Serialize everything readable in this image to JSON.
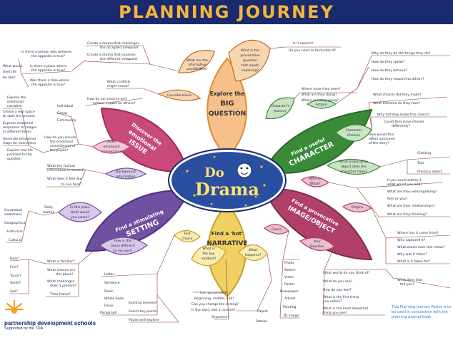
{
  "title": "PLANNING JOURNEY",
  "center": {
    "line1": "Do",
    "line2": "Drama"
  },
  "petals": {
    "explore": [
      "Explore the",
      "BIG",
      "QUESTION"
    ],
    "character": [
      "Find a useful",
      "CHARACTER"
    ],
    "image": [
      "Find a provocative",
      "IMAGE/OBJECT"
    ],
    "narrative": [
      "Find a 'hot'",
      "NARRATIVE"
    ],
    "setting": [
      "Find a stimulating",
      "SETTING"
    ],
    "issue": [
      "Discover the",
      "emotional",
      "ISSUE"
    ]
  },
  "nodes": {
    "alt_possibilities": [
      "What are the",
      "alternative",
      "possibilities?"
    ],
    "provocative_question": [
      "What is the",
      "provocative",
      "question",
      "that needs",
      "exploring?"
    ],
    "considerations": "Considerations",
    "characters_journey": [
      "Character's",
      "Journey"
    ],
    "actions": "Actions",
    "character_choices": [
      "Character",
      "Choices"
    ],
    "provocative_object": [
      "What provocative",
      "object does the",
      "character have?"
    ],
    "who_what": [
      "Who or",
      "What?"
    ],
    "origins": "Origins",
    "genre": "Genre",
    "your_reaction": [
      "Your",
      "Reaction"
    ],
    "what_happens": [
      "What",
      "Happens?"
    ],
    "key_incident": [
      "What is",
      "the key",
      "incident?"
    ],
    "text_choice": [
      "Text",
      "choice"
    ],
    "background_info": [
      "Background",
      "information"
    ],
    "place_sense": [
      "In this place",
      "what would",
      "you sense?"
    ],
    "place_different": [
      "How is this",
      "place different",
      "to my own?"
    ],
    "emotional_connections": [
      "Make",
      "emotional",
      "connections"
    ],
    "daily_routine": [
      "Daily",
      "routine"
    ]
  },
  "top_left": [
    "Create a drama that challenges",
    "the accepted viewpoint",
    "Create a drama that explores",
    "the different viewpoint",
    "What conflicts",
    "might ensue?",
    "How do our choices and",
    "actions impact on others?"
  ],
  "far_left": [
    "Is there a person who believes",
    "the opposite is true?",
    "Is there a place where",
    "the opposite is true?",
    "Was there a time where",
    "the opposite is true?",
    "What would",
    "their life",
    "be like?"
  ],
  "individual": [
    "Individual",
    "Group",
    "Community"
  ],
  "issue_left": [
    "Explore the",
    "emotional",
    "narrative",
    "Create a real space",
    "to start the process",
    "Express emotional",
    "responses to images",
    "in different forms",
    "Generate emotional",
    "maps for characters",
    "Explore real life",
    "parallels to the",
    "question"
  ],
  "commitment": [
    "How do you ensure",
    "the emotional",
    "commitment of",
    "the pupils?"
  ],
  "explicit": [
    "Is it explicit?",
    "Do you need to formulate it?"
  ],
  "journey": [
    "Where have they been?",
    "What are they doing?",
    "Where are they going?"
  ],
  "actions_right": [
    "Why do they do the things they do?",
    "How do they speak?",
    "How do they behave?",
    "How do they respond to others?"
  ],
  "choices_right": [
    "What choices did they make?",
    "What dilemma do they face?",
    "Why did they make this choice?",
    "Could they have chosen",
    "differently?",
    "How would this",
    "affect outcomes",
    "of the story?"
  ],
  "object_items": [
    "Clothing",
    "Tool",
    "Precious object"
  ],
  "image_questions": [
    "If you could add to it",
    "what would you add?",
    "What are they wearing/doing?",
    "Kids or you?",
    "What are their relationships?",
    "What are they thinking?"
  ],
  "origins_items": [
    "Where has it come from?",
    "Who captured it?",
    "What would does this mean?",
    "Why was it taken?",
    "What is it taken for?"
  ],
  "genre_items": [
    "Photo",
    "Sketch",
    "Video",
    "Poster",
    "Newspaper",
    "Advert",
    "Painting",
    "3D image"
  ],
  "reaction_items": [
    "What words do you think of?",
    "What do you see?",
    "How do you feel?",
    "What is the first thing",
    "you notice?",
    "What is the most important",
    "thing you see?"
  ],
  "tell_you": [
    "What does that",
    "tell you?"
  ],
  "narrative_q": [
    "Can you predict?",
    "Beginning, middle, end?",
    "Can you change the ending?",
    "Is the story told in scenes?",
    "Sequence?"
  ],
  "object_station": [
    "Object",
    "Station"
  ],
  "text_items": [
    "Letter",
    "Sentence",
    "Poem",
    "Whole book",
    "Diary",
    "Paragraph"
  ],
  "moment_items": [
    "Exciting moment",
    "Select key points",
    "Pause and explore"
  ],
  "setting_left": [
    "What is familiar?",
    "What colours are",
    "this place?",
    "What challenges",
    "does it present?",
    "Time frame?"
  ],
  "senses": [
    "Hear?",
    "Feel?",
    "Touch?",
    "Smell?",
    "See?"
  ],
  "awareness": [
    "Contextual",
    "awareness",
    "Geographical",
    "Historical",
    "Cultural"
  ],
  "factual": [
    "What key factual",
    "information is needed?",
    "What does it feel like",
    "to live here?"
  ],
  "footer": {
    "org": "partnership development schools",
    "supported": "Supported by the TDA",
    "note": "This Planning Journey Poster is to be used in conjunction with the planning prompt book"
  },
  "colors": {
    "title_bg": "#1a2a6e",
    "title_text": "#f4b63a",
    "explore": "#f5c08a",
    "character": "#3a8a3a",
    "image": "#b0406a",
    "narrative": "#f0d060",
    "setting": "#7050a0",
    "issue": "#c84a7a",
    "center": "#2a4fa0",
    "lines": "#8a3a2a"
  }
}
